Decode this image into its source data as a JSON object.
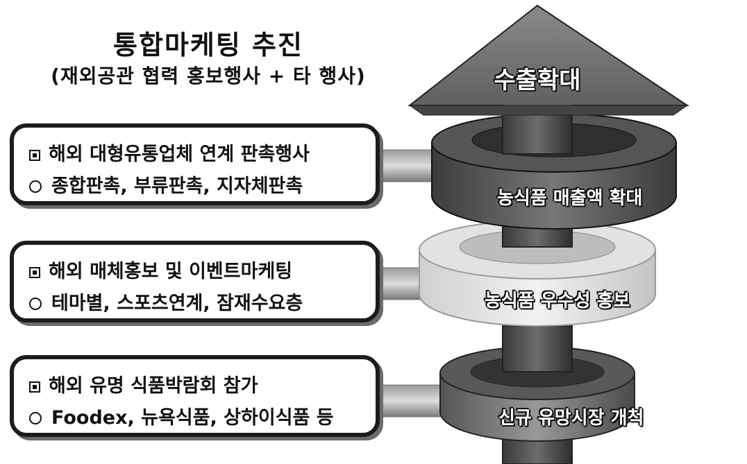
{
  "title": {
    "main": "통합마케팅 추진",
    "sub": "(재외공관 협력 홍보행사 + 타 행사)"
  },
  "arrow_label": "수출확대",
  "boxes": [
    {
      "heading": "해외 대형유통업체 연계 판촉행사",
      "detail": "종합판촉, 부류판촉, 지자체판촉"
    },
    {
      "heading": "해외 매체홍보 및 이벤트마케팅",
      "detail": "테마별, 스포츠연계, 잠재수요층"
    },
    {
      "heading": "해외 유명 식품박람회 참가",
      "detail": "Foodex, 뉴욕식품, 상하이식품 등"
    }
  ],
  "rings": [
    {
      "label": "농식품 매출액 확대"
    },
    {
      "label": "농식품 우수성 홍보"
    },
    {
      "label": "신규 유망시장 개척"
    }
  ]
}
